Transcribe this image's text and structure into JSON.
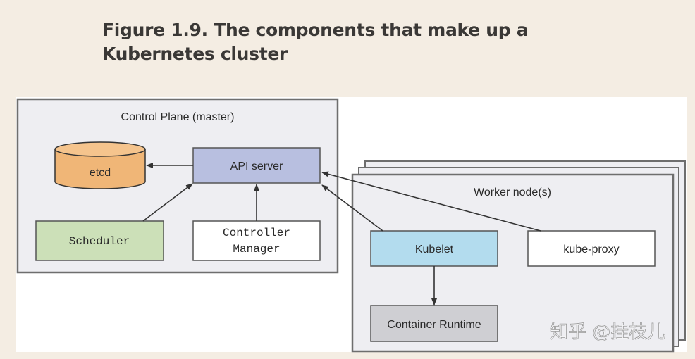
{
  "title": {
    "line1": "Figure 1.9. The components that make up a",
    "line2": "Kubernetes cluster"
  },
  "diagram": {
    "control_plane": {
      "label": "Control Plane (master)",
      "components": {
        "etcd": "etcd",
        "api_server": "API server",
        "scheduler": "Scheduler",
        "controller_manager_line1": "Controller",
        "controller_manager_line2": "Manager"
      }
    },
    "worker_nodes": {
      "label": "Worker node(s)",
      "components": {
        "kubelet": "Kubelet",
        "kube_proxy": "kube-proxy",
        "container_runtime": "Container Runtime"
      }
    },
    "edges": [
      {
        "from": "API server",
        "to": "etcd"
      },
      {
        "from": "Scheduler",
        "to": "API server"
      },
      {
        "from": "Controller Manager",
        "to": "API server"
      },
      {
        "from": "Kubelet",
        "to": "API server"
      },
      {
        "from": "kube-proxy",
        "to": "API server"
      },
      {
        "from": "Kubelet",
        "to": "Container Runtime"
      }
    ],
    "colors": {
      "etcd": "#f0b677",
      "api_server": "#b8bfe0",
      "scheduler": "#cce0b8",
      "kubelet": "#b3dcee",
      "container_runtime": "#cfcfd3",
      "panel": "#eeeef2"
    }
  },
  "watermark": "知乎 @挂枝儿"
}
